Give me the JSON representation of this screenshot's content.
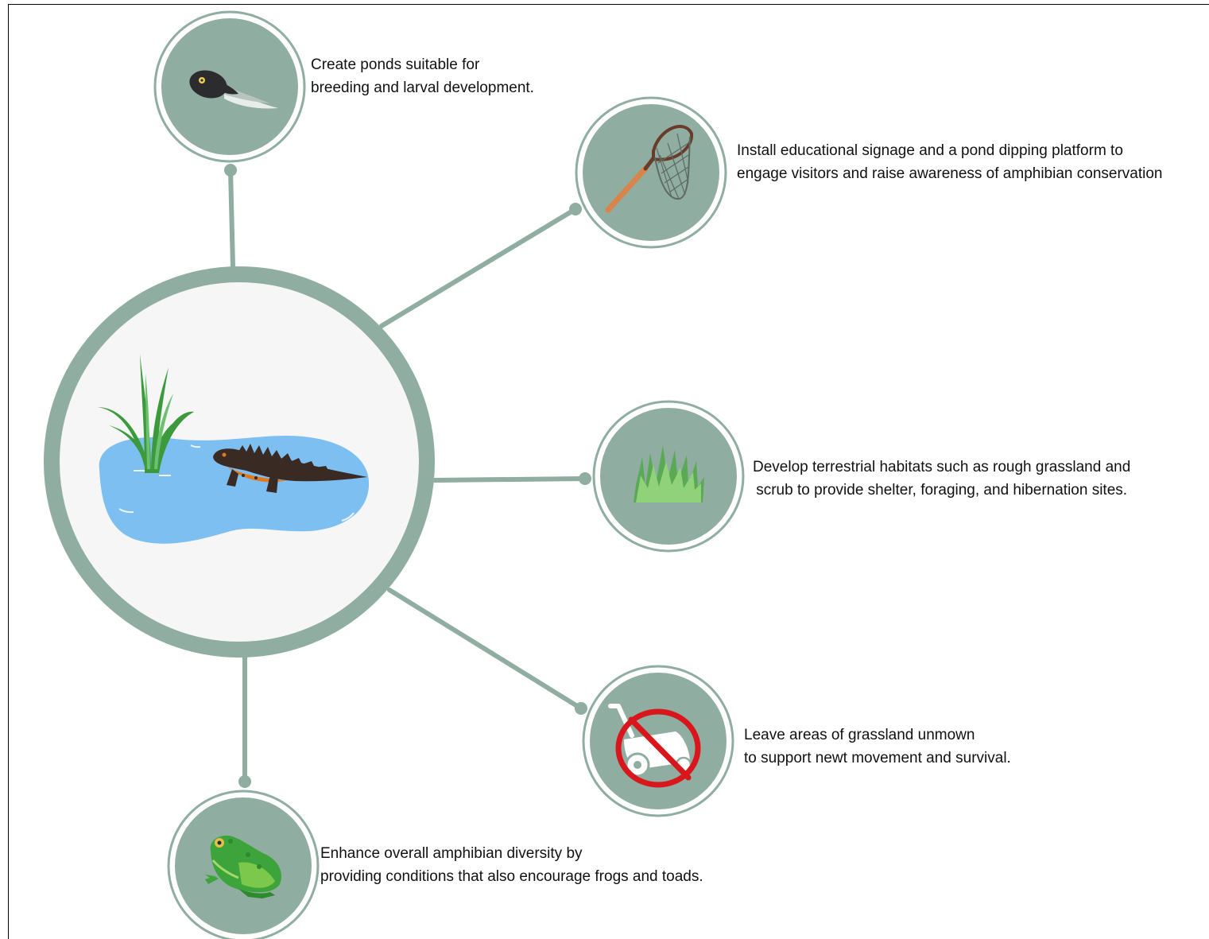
{
  "colors": {
    "sage": "#8fada0",
    "sage_light": "#d7e3dd",
    "center_fill": "#f5f6f5",
    "water": "#7dbff0",
    "newt_body": "#3a2a24",
    "newt_belly": "#e07a1f",
    "no_sign": "#d9161c"
  },
  "center": {
    "icon": "crested-newt-in-pond-icon"
  },
  "actions": [
    {
      "icon": "tadpole-icon",
      "lines": [
        "Create ponds suitable for",
        "breeding and larval development."
      ]
    },
    {
      "icon": "pond-dipping-net-icon",
      "lines": [
        "Install educational signage and a pond dipping platform to",
        "engage visitors and raise awareness of amphibian conservation"
      ]
    },
    {
      "icon": "grass-icon",
      "lines": [
        "Develop terrestrial habitats such as rough grassland and",
        "scrub to provide shelter, foraging, and hibernation sites."
      ]
    },
    {
      "icon": "no-mowing-icon",
      "lines": [
        "Leave areas of grassland unmown",
        "to support newt movement and survival."
      ]
    },
    {
      "icon": "frog-icon",
      "lines": [
        "Enhance overall amphibian diversity by",
        "providing conditions that also encourage frogs and toads."
      ]
    }
  ]
}
